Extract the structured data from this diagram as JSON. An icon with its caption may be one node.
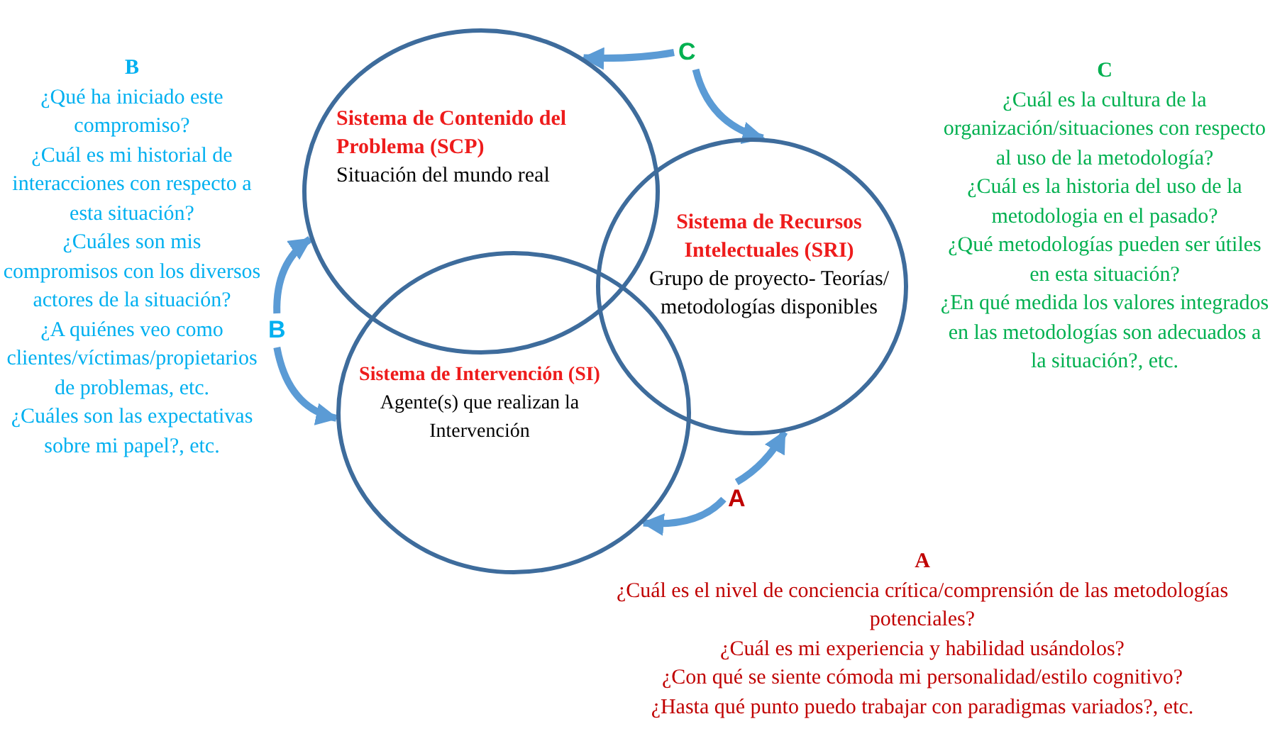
{
  "diagram": {
    "nodes": [
      {
        "text": [
          "Sistema de Contenido del Problema (SCP)",
          "Situación del mundo real"
        ]
      },
      {
        "text": [
          "Sistema de Recursos Intelectuales (SRI)",
          "Grupo de proyecto- Teorías/ metodologías disponibles"
        ]
      },
      {
        "text": [
          "Sistema de Intervención (SI)",
          "Agente(s) que realizan la Intervención"
        ]
      },
      {
        "text": [
          "C"
        ]
      },
      {
        "text": [
          "B"
        ]
      },
      {
        "text": [
          "A"
        ]
      }
    ],
    "edges": [
      {
        "from": 3,
        "to": 0,
        "arrow": "to"
      },
      {
        "from": 3,
        "to": 1,
        "arrow": "to"
      },
      {
        "from": 4,
        "to": 0,
        "arrow": "to"
      },
      {
        "from": 4,
        "to": 2,
        "arrow": "to"
      },
      {
        "from": 5,
        "to": 1,
        "arrow": "to"
      },
      {
        "from": 5,
        "to": 2,
        "arrow": "to"
      }
    ],
    "labels": [
      "B",
      "¿Qué ha iniciado este compromiso?",
      "¿Cuál es mi historial de interacciones con respecto a esta situación?",
      "¿Cuáles son mis compromisos con los diversos actores de la situación?",
      "¿A quiénes veo como clientes/víctimas/propietarios de problemas, etc.",
      "¿Cuáles son las expectativas sobre mi papel?, etc.",
      "C",
      "¿Cuál es la cultura de la organización/situaciones con respecto al uso de la metodología?",
      "¿Cuál es la historia del uso de la metodologia en el pasado?",
      "¿Qué metodologías pueden ser útiles en esta situación?",
      "¿En qué medida los valores integrados en las metodologías son adecuados a la situación?, etc.",
      "A",
      "¿Cuál es el nivel de conciencia crítica/comprensión de las metodologías potenciales?",
      "¿Cuál es mi experiencia y habilidad usándolos?",
      "¿Con qué se siente cómoda mi personalidad/estilo cognitivo?",
      "¿Hasta qué punto puedo trabajar con paradigmas variados?, etc."
    ]
  }
}
